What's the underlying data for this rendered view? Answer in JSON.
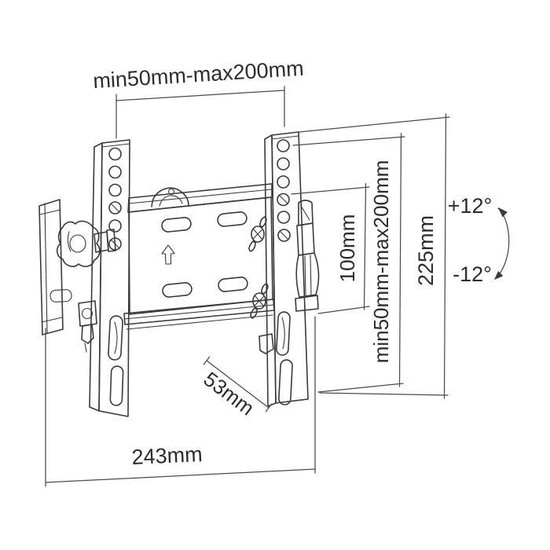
{
  "drawing": {
    "type": "technical-line-drawing",
    "subject": "tilting TV wall mount bracket",
    "labels": {
      "top_hole_spacing": "min50mm-max200mm",
      "inner_hole_spacing": "100mm",
      "vertical_hole_spacing": "min50mm-max200mm",
      "total_height": "225mm",
      "tilt_up": "+12°",
      "tilt_down": "-12°",
      "depth": "53mm",
      "total_width": "243mm"
    },
    "colors": {
      "line": "#3a3a3a",
      "dimension": "#4b4b4b",
      "text": "#2c2c2c",
      "background": "#ffffff"
    }
  }
}
